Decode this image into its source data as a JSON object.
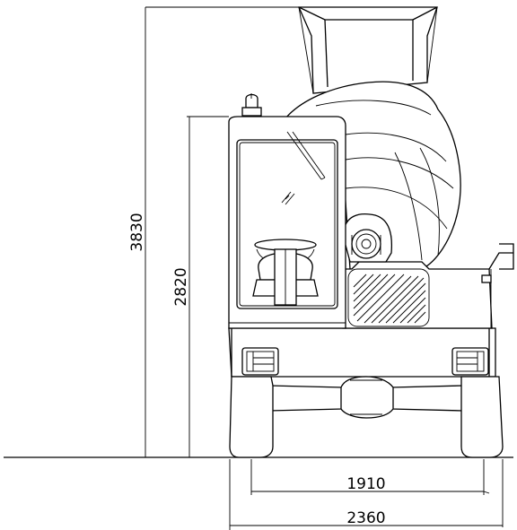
{
  "dimensions": {
    "overall_height": "3830",
    "cab_height": "2820",
    "track_width": "1910",
    "overall_width": "2360"
  }
}
